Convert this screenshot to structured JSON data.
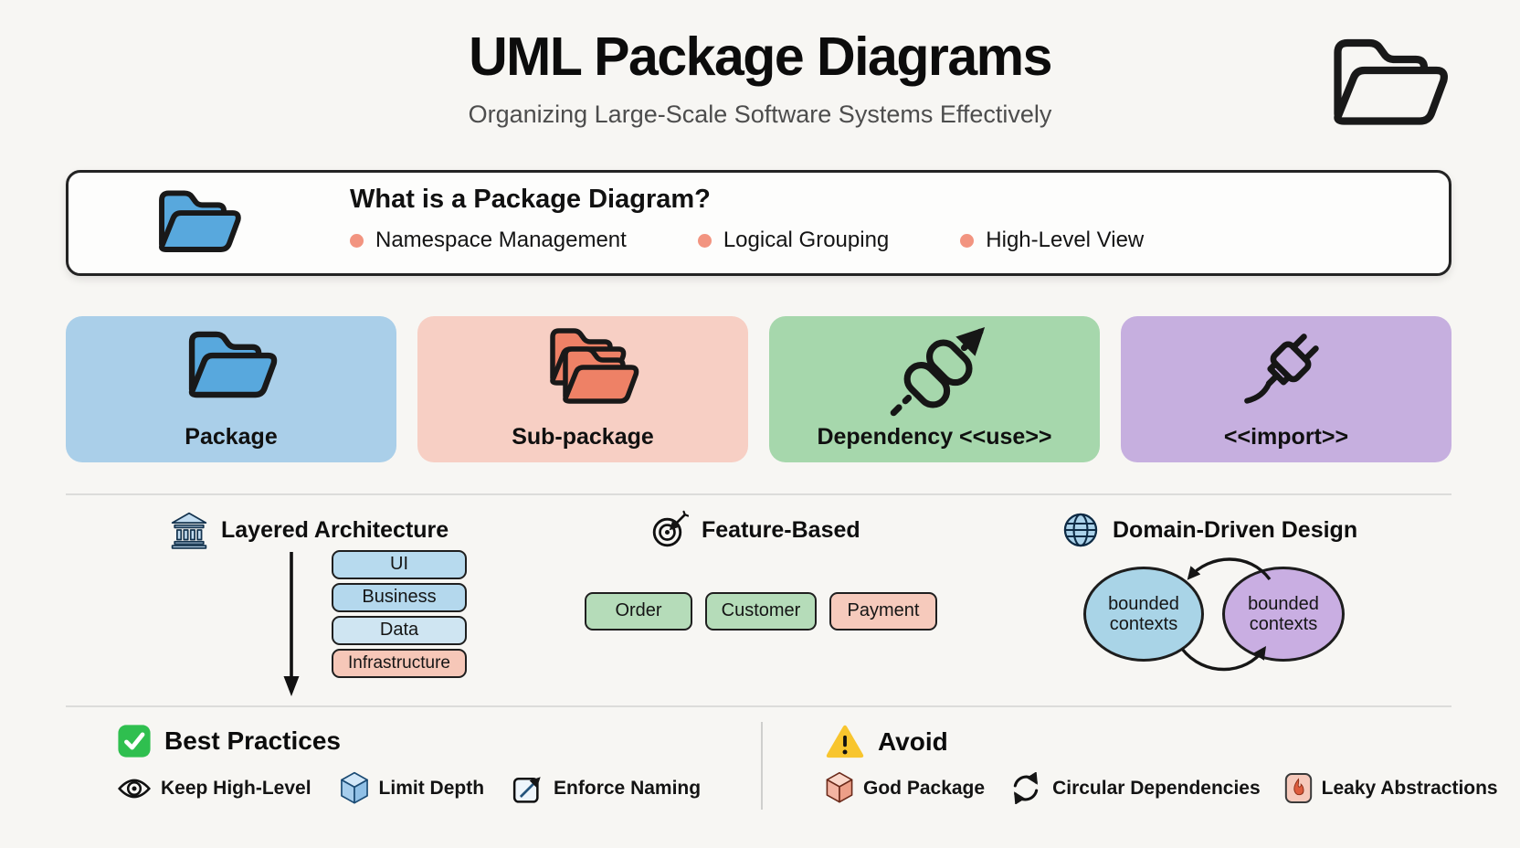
{
  "header": {
    "title": "UML Package Diagrams",
    "subtitle": "Organizing Large-Scale Software Systems Effectively",
    "corner_icon": "open-folder-icon"
  },
  "intro": {
    "icon": "package-folder-icon",
    "heading": "What is a Package Diagram?",
    "bullets": [
      "Namespace Management",
      "Logical Grouping",
      "High-Level View"
    ],
    "bullet_color": "#f29480"
  },
  "cards": [
    {
      "label": "Package",
      "icon": "folder-icon",
      "bg": "#aacfe9",
      "icon_fill": "#58a8dd"
    },
    {
      "label": "Sub-package",
      "icon": "sub-folders-icon",
      "bg": "#f7cfc4",
      "icon_fill": "#ee8166"
    },
    {
      "label": "Dependency <<use>>",
      "icon": "chain-link-icon",
      "bg": "#a6d7ac",
      "icon_fill": "#161616"
    },
    {
      "label": "<<import>>",
      "icon": "plug-icon",
      "bg": "#c6afdf",
      "icon_fill": "#161616"
    }
  ],
  "approaches": {
    "layered": {
      "icon": "bank-icon",
      "title": "Layered Architecture",
      "layers": [
        {
          "label": "UI",
          "bg": "#b7daee"
        },
        {
          "label": "Business",
          "bg": "#b4d8ed"
        },
        {
          "label": "Data",
          "bg": "#cfe5f2"
        },
        {
          "label": "Infrastructure",
          "bg": "#f6c7b8"
        }
      ]
    },
    "feature": {
      "icon": "target-icon",
      "title": "Feature-Based",
      "modules": [
        {
          "label": "Order",
          "bg": "#b5dcb9"
        },
        {
          "label": "Customer",
          "bg": "#b5dcb9"
        },
        {
          "label": "Payment",
          "bg": "#f6cabc"
        }
      ]
    },
    "ddd": {
      "icon": "globe-icon",
      "title": "Domain-Driven Design",
      "contexts": [
        {
          "label": "bounded contexts",
          "bg": "#a9d4e7"
        },
        {
          "label": "bounded contexts",
          "bg": "#c9aee2"
        }
      ]
    }
  },
  "best_practices": {
    "icon": "check-icon",
    "title": "Best Practices",
    "items": [
      {
        "label": "Keep High-Level",
        "icon": "eye-icon"
      },
      {
        "label": "Limit Depth",
        "icon": "cube-icon"
      },
      {
        "label": "Enforce Naming",
        "icon": "pencil-square-icon"
      }
    ]
  },
  "avoid": {
    "icon": "warning-icon",
    "title": "Avoid",
    "items": [
      {
        "label": "God Package",
        "icon": "package-box-icon"
      },
      {
        "label": "Circular Dependencies",
        "icon": "cycle-arrows-icon"
      },
      {
        "label": "Leaky Abstractions",
        "icon": "leak-flame-icon"
      }
    ]
  }
}
